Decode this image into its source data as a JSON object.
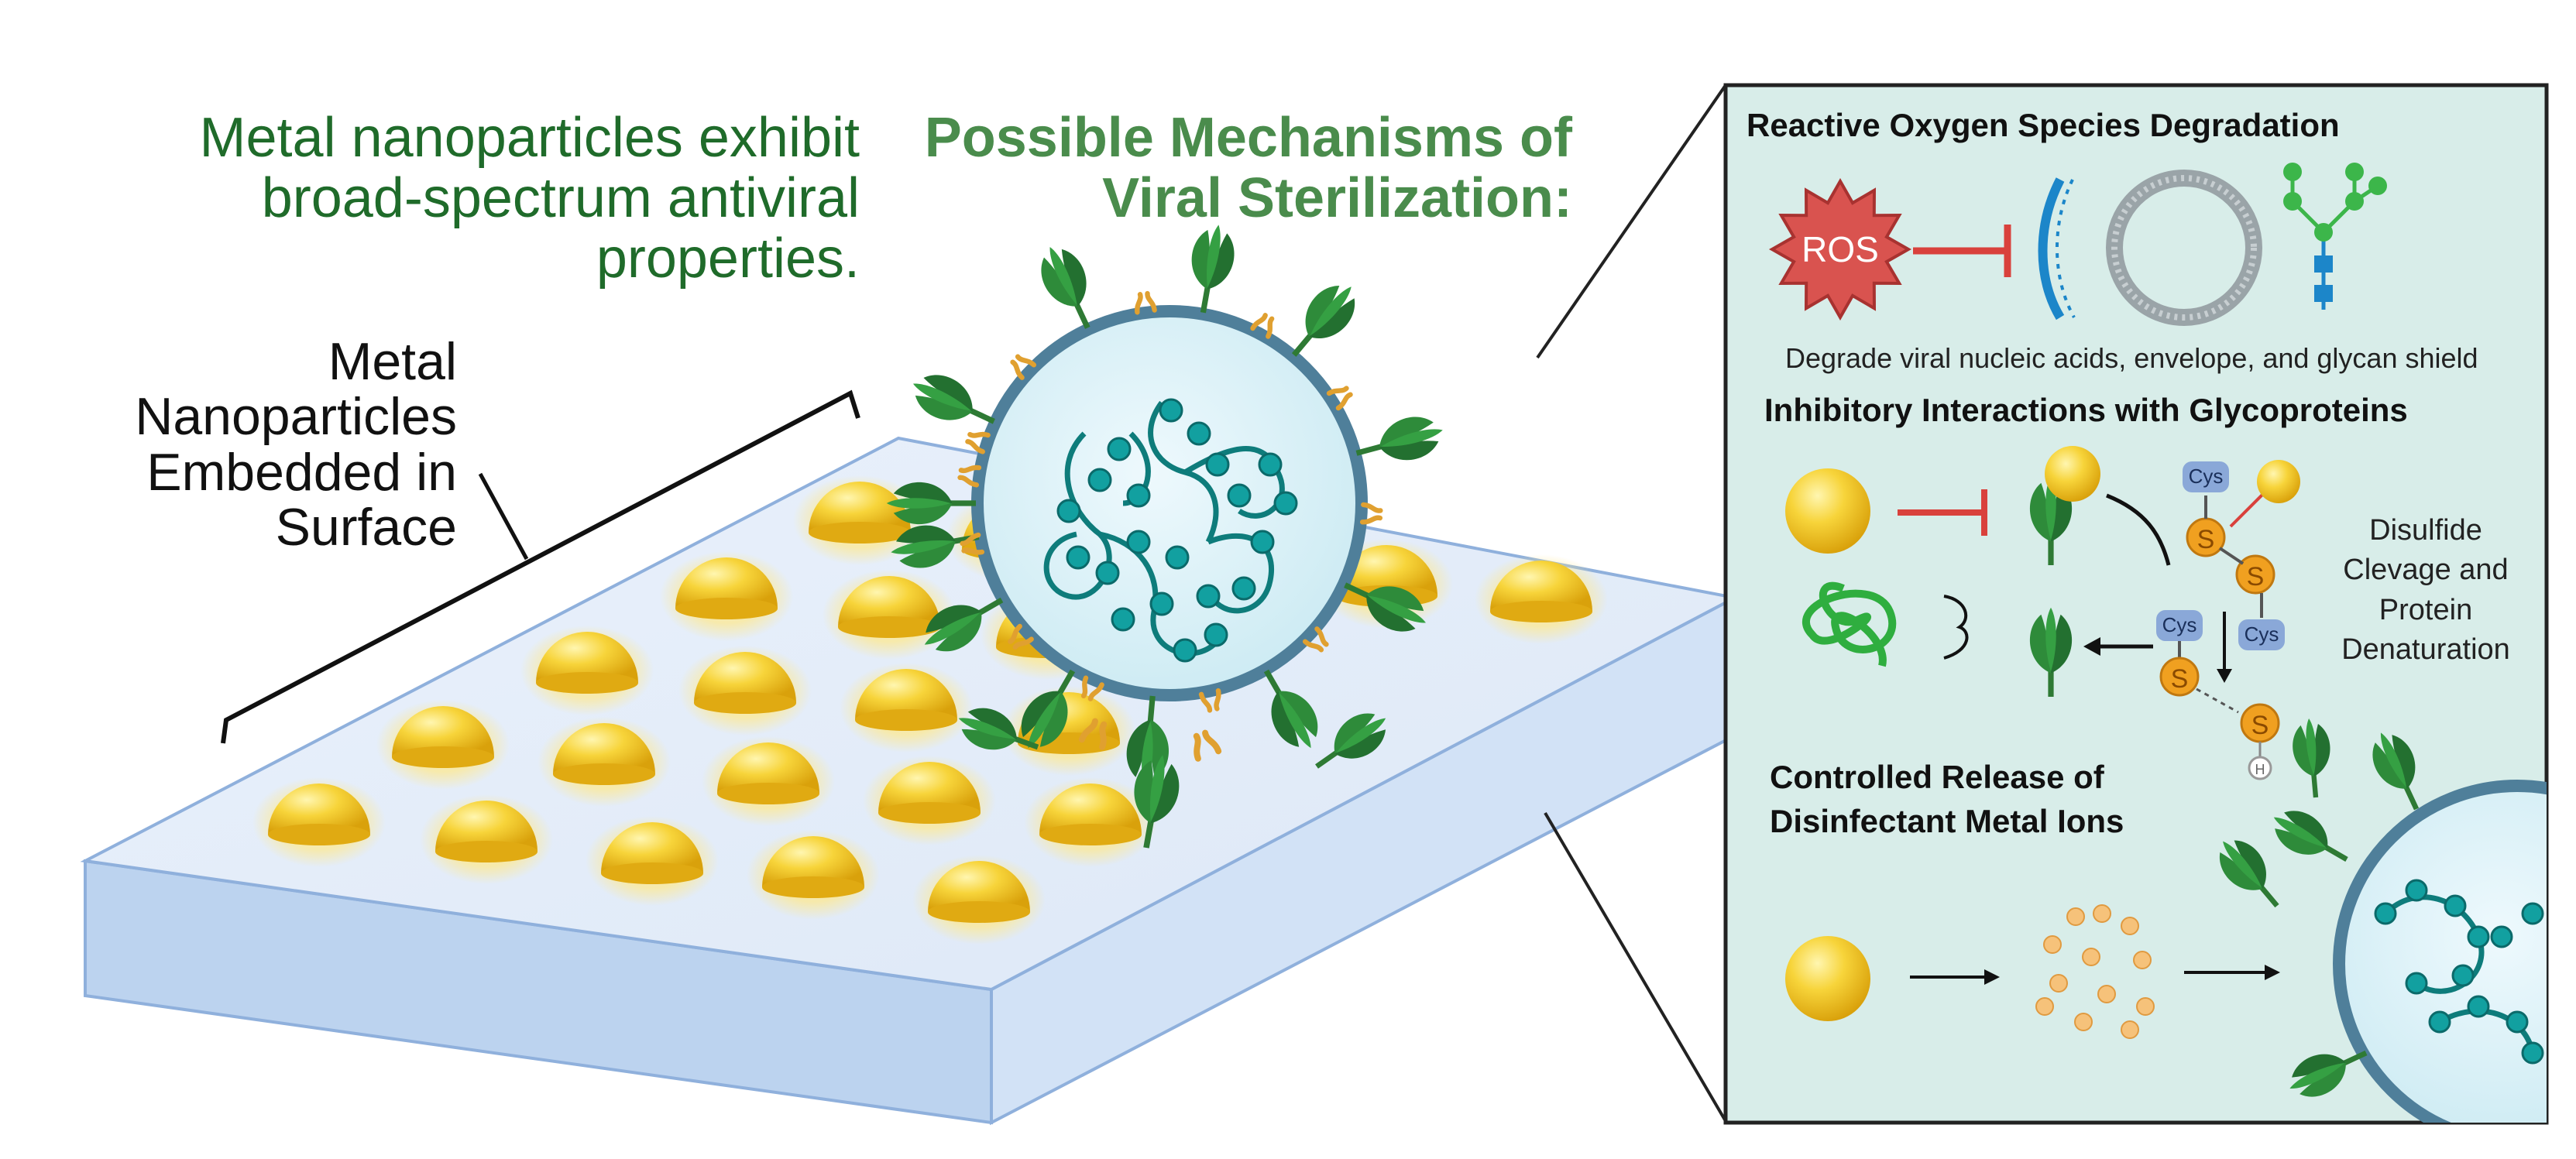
{
  "titles": {
    "main": [
      "Metal nanoparticles exhibit",
      "broad-spectrum antiviral",
      "properties."
    ],
    "mechanisms": [
      "Possible Mechanisms of",
      "Viral Sterilization:"
    ],
    "surface_label": [
      "Metal",
      "Nanoparticles",
      "Embedded in",
      "Surface"
    ]
  },
  "panel": {
    "ros": {
      "heading": "Reactive Oxygen Species Degradation",
      "badge": "ROS",
      "caption": "Degrade viral nucleic acids, envelope, and glycan shield"
    },
    "glyco": {
      "heading": "Inhibitory Interactions with Glycoproteins",
      "cys_label": "Cys",
      "sulfur_label": "S",
      "hydrogen_label": "H",
      "side_label": [
        "Disulfide",
        "Clevage and",
        "Protein",
        "Denaturation"
      ]
    },
    "ions": {
      "heading": [
        "Controlled Release of",
        "Disinfectant Metal Ions"
      ]
    }
  },
  "colors": {
    "title_green": "#1f6b2a",
    "mech_green": "#4a8c4c",
    "panel_bg": "#d8ede9",
    "gold": "#f2c21a",
    "spike_green": "#2e8b3a",
    "rna_teal": "#0e7c7b",
    "ros_red": "#d9534f",
    "inhibit_red": "#d9413c"
  }
}
